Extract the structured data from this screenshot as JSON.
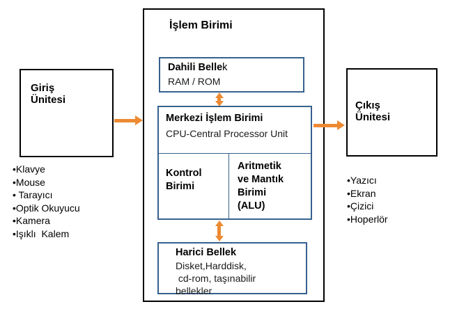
{
  "diagram": {
    "title_visible": false
  },
  "input_unit": {
    "label": "Giriş\nÜnitesi",
    "items": [
      "•Klavye",
      "•Mouse",
      "• Tarayıcı",
      "•Optik Okuyucu",
      "•Kamera",
      "•Işıklı  Kalem"
    ]
  },
  "processing_unit": {
    "title": "İşlem Birimi",
    "internal_memory": {
      "title_bold": "Dahili Belle",
      "title_thin": "k",
      "subtitle": "RAM / ROM"
    },
    "cpu": {
      "title": "Merkezi İşlem Birimi",
      "subtitle": "CPU-Central Processor Unit",
      "control_unit": "Kontrol\nBirimi",
      "alu": "Aritmetik\nve Mantık\nBirimi\n(ALU)"
    },
    "external_memory": {
      "title": "Harici Bellek",
      "lines": [
        "Disket,Harddisk,",
        " cd-rom, taşınabilir",
        "bellekler"
      ]
    }
  },
  "output_unit": {
    "label": "Çıkış\nÜnitesi",
    "items": [
      "•Yazıcı",
      "•Ekran",
      "•Çizici",
      "•Hoperlör"
    ]
  },
  "arrows": {
    "input_to_processing": "arrow-right",
    "processing_to_output": "arrow-right",
    "memory_to_cpu": "arrow-up-down",
    "cpu_to_external_memory": "arrow-up-down"
  },
  "colors": {
    "blue": "#36618E",
    "orange": "#ED8A33",
    "black": "#000000"
  }
}
